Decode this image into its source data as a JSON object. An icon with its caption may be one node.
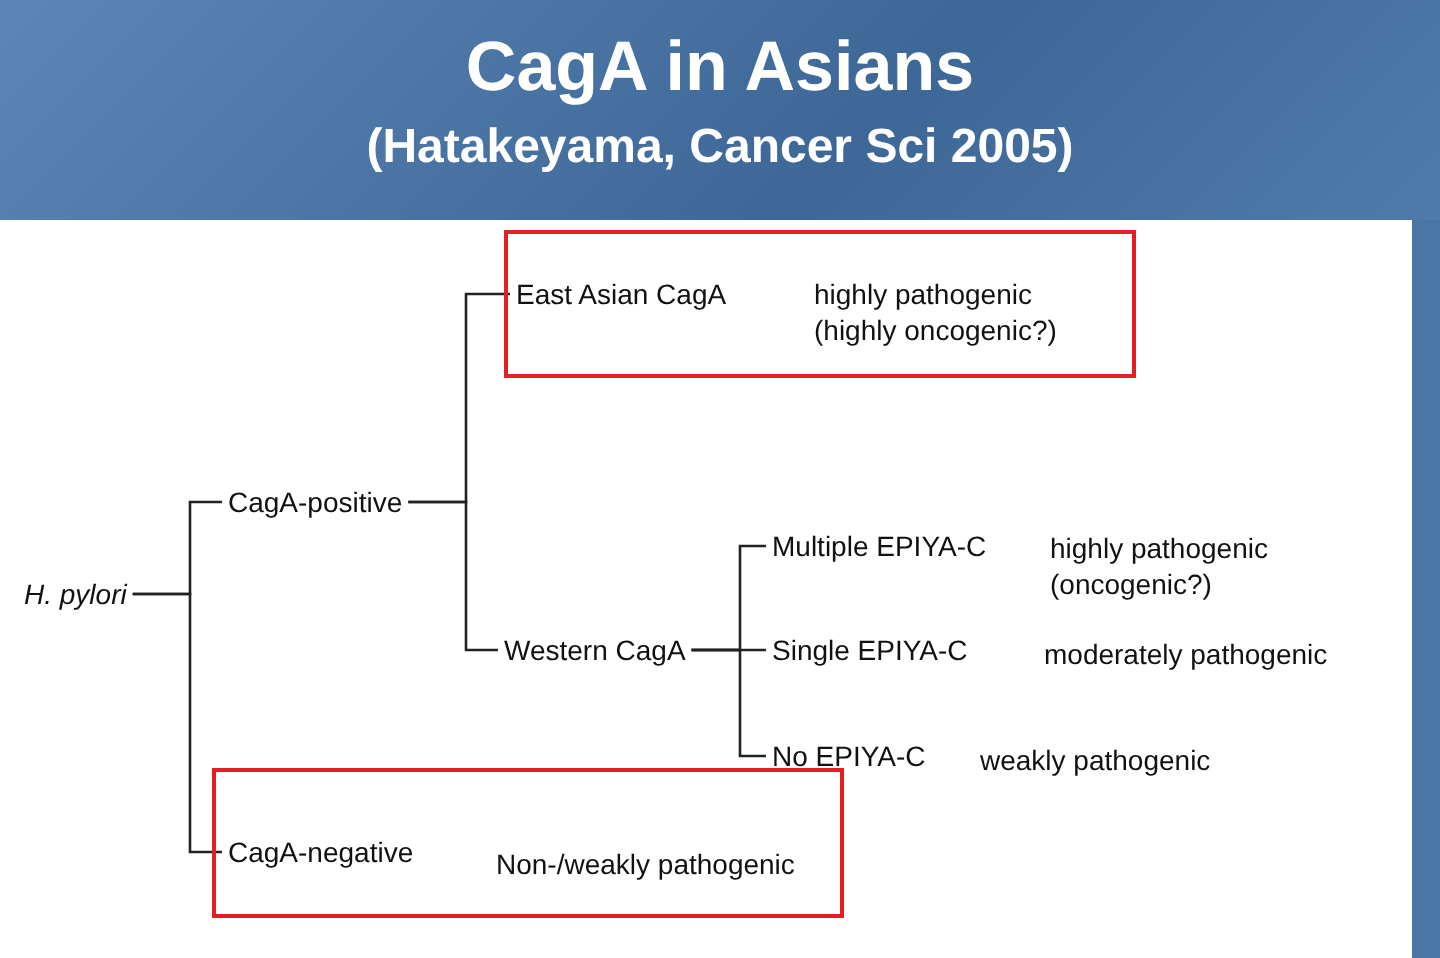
{
  "diagram": {
    "title": "CagA in Asians",
    "nodes": [
      {
        "text": [
          "H. pylori"
        ]
      },
      {
        "text": [
          "CagA-positive"
        ]
      },
      {
        "text": [],
        "shape": "box"
      },
      {
        "text": [
          "East Asian CagA"
        ],
        "in": 2,
        "beside": [
          "highly pathogenic (highly oncogenic?)"
        ]
      },
      {
        "text": [
          "Western CagA"
        ]
      },
      {
        "text": [
          "Multiple EPIYA-C"
        ],
        "beside": [
          "highly pathogenic (oncogenic?)"
        ]
      },
      {
        "text": [
          "Single EPIYA-C"
        ],
        "beside": [
          "moderately pathogenic"
        ]
      },
      {
        "text": [
          "No EPIYA-C"
        ],
        "beside": [
          "weakly pathogenic"
        ]
      },
      {
        "text": [],
        "shape": "box"
      },
      {
        "text": [
          "CagA-negative"
        ],
        "in": 8,
        "beside": [
          "Non-/weakly pathogenic"
        ]
      }
    ],
    "edges": [
      {
        "from": 0,
        "to": 1,
        "arrow": "none"
      },
      {
        "from": 0,
        "to": 9,
        "arrow": "none"
      },
      {
        "from": 1,
        "to": 3,
        "arrow": "none"
      },
      {
        "from": 1,
        "to": 4,
        "arrow": "none"
      },
      {
        "from": 4,
        "to": 5,
        "arrow": "none"
      },
      {
        "from": 4,
        "to": 6,
        "arrow": "none"
      },
      {
        "from": 4,
        "to": 7,
        "arrow": "none"
      }
    ],
    "labels": [
      "(Hatakeyama, Cancer Sci 2005)"
    ]
  }
}
